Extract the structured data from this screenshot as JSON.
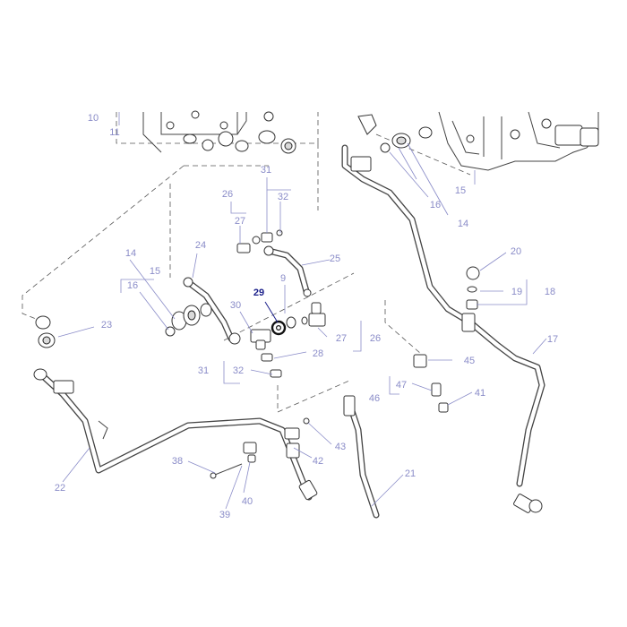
{
  "highlighted_label": "29",
  "callouts": [
    {
      "id": "10",
      "text": "10",
      "highlight": false
    },
    {
      "id": "11",
      "text": "11",
      "highlight": false
    },
    {
      "id": "31a",
      "text": "31",
      "highlight": false
    },
    {
      "id": "32a",
      "text": "32",
      "highlight": false
    },
    {
      "id": "26a",
      "text": "26",
      "highlight": false
    },
    {
      "id": "27a",
      "text": "27",
      "highlight": false
    },
    {
      "id": "24",
      "text": "24",
      "highlight": false
    },
    {
      "id": "25",
      "text": "25",
      "highlight": false
    },
    {
      "id": "14a",
      "text": "14",
      "highlight": false
    },
    {
      "id": "15a",
      "text": "15",
      "highlight": false
    },
    {
      "id": "16a",
      "text": "16",
      "highlight": false
    },
    {
      "id": "15b",
      "text": "15",
      "highlight": false
    },
    {
      "id": "16b",
      "text": "16",
      "highlight": false
    },
    {
      "id": "14b",
      "text": "14",
      "highlight": false
    },
    {
      "id": "20",
      "text": "20",
      "highlight": false
    },
    {
      "id": "19",
      "text": "19",
      "highlight": false
    },
    {
      "id": "18",
      "text": "18",
      "highlight": false
    },
    {
      "id": "9",
      "text": "9",
      "highlight": false
    },
    {
      "id": "29",
      "text": "29",
      "highlight": true
    },
    {
      "id": "30",
      "text": "30",
      "highlight": false
    },
    {
      "id": "23",
      "text": "23",
      "highlight": false
    },
    {
      "id": "27b",
      "text": "27",
      "highlight": false
    },
    {
      "id": "26b",
      "text": "26",
      "highlight": false
    },
    {
      "id": "17",
      "text": "17",
      "highlight": false
    },
    {
      "id": "28",
      "text": "28",
      "highlight": false
    },
    {
      "id": "31b",
      "text": "31",
      "highlight": false
    },
    {
      "id": "32b",
      "text": "32",
      "highlight": false
    },
    {
      "id": "45",
      "text": "45",
      "highlight": false
    },
    {
      "id": "47",
      "text": "47",
      "highlight": false
    },
    {
      "id": "46",
      "text": "46",
      "highlight": false
    },
    {
      "id": "41",
      "text": "41",
      "highlight": false
    },
    {
      "id": "43",
      "text": "43",
      "highlight": false
    },
    {
      "id": "42",
      "text": "42",
      "highlight": false
    },
    {
      "id": "38",
      "text": "38",
      "highlight": false
    },
    {
      "id": "22",
      "text": "22",
      "highlight": false
    },
    {
      "id": "40",
      "text": "40",
      "highlight": false
    },
    {
      "id": "39",
      "text": "39",
      "highlight": false
    },
    {
      "id": "21",
      "text": "21",
      "highlight": false
    }
  ],
  "colors": {
    "label": "#8a8cc8",
    "label_highlight": "#1a1f8a",
    "line_art": "#444444",
    "background": "#ffffff"
  }
}
